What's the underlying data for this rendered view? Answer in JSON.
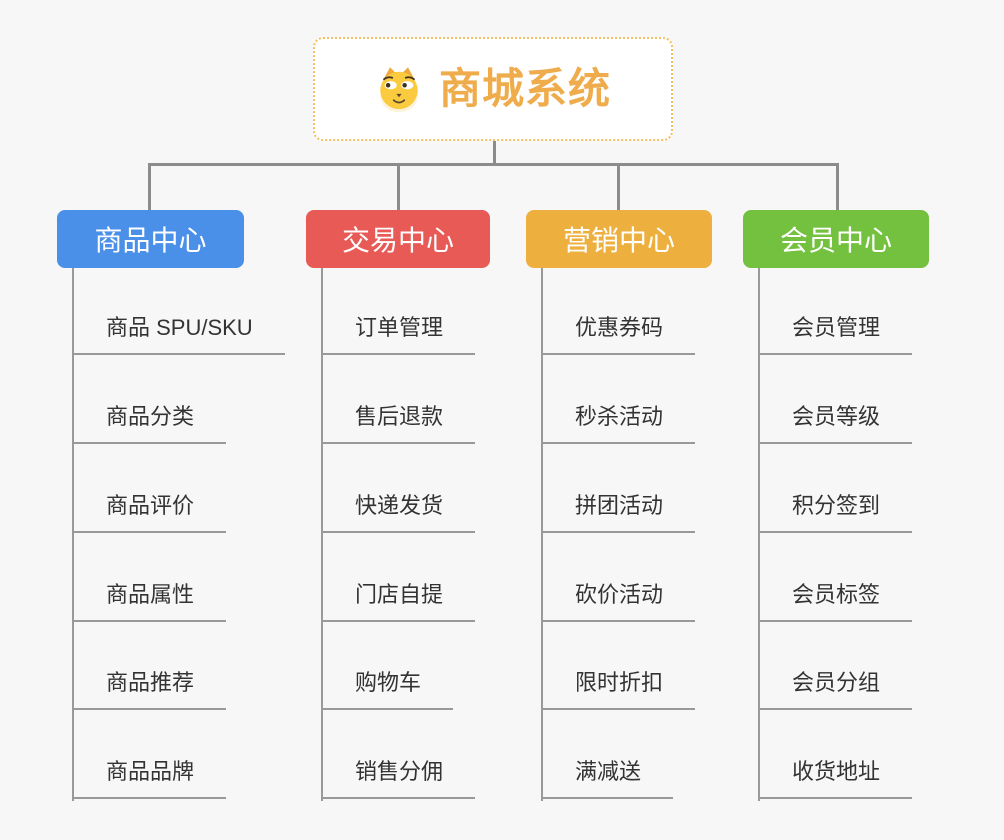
{
  "diagram": {
    "title": "商城系统"
  },
  "colors": {
    "background": "#F7F7F7",
    "root_text": "#EFAC4C",
    "root_border": "#F2C063",
    "connector": "#8C8C8C",
    "item_line": "#999999",
    "item_text": "#333333",
    "branch_text": "#FFFFFF"
  },
  "branches": [
    {
      "label": "商品中心",
      "color": "#4A8FE8",
      "items": [
        "商品 SPU/SKU",
        "商品分类",
        "商品评价",
        "商品属性",
        "商品推荐",
        "商品品牌"
      ]
    },
    {
      "label": "交易中心",
      "color": "#E85A56",
      "items": [
        "订单管理",
        "售后退款",
        "快递发货",
        "门店自提",
        "购物车",
        "销售分佣"
      ]
    },
    {
      "label": "营销中心",
      "color": "#EDB03E",
      "items": [
        "优惠券码",
        "秒杀活动",
        "拼团活动",
        "砍价活动",
        "限时折扣",
        "满减送"
      ]
    },
    {
      "label": "会员中心",
      "color": "#73C13E",
      "items": [
        "会员管理",
        "会员等级",
        "积分签到",
        "会员标签",
        "会员分组",
        "收货地址"
      ]
    }
  ]
}
